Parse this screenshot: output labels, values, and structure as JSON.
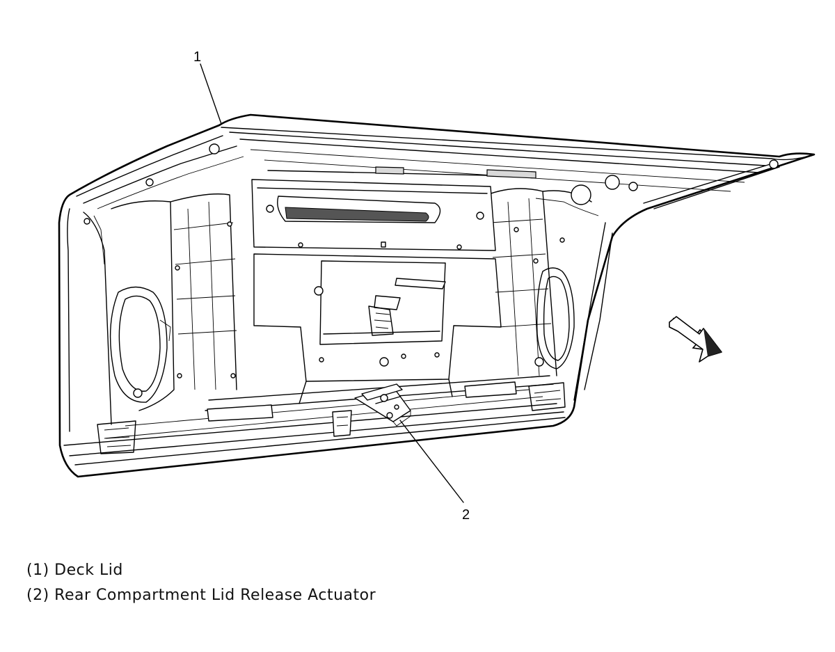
{
  "callouts": {
    "one": "1",
    "two": "2"
  },
  "legend": [
    {
      "text": "(1) Deck Lid"
    },
    {
      "text": "(2) Rear Compartment Lid Release Actuator"
    }
  ],
  "icons": {
    "direction_arrow": "arrow-forward-icon"
  }
}
